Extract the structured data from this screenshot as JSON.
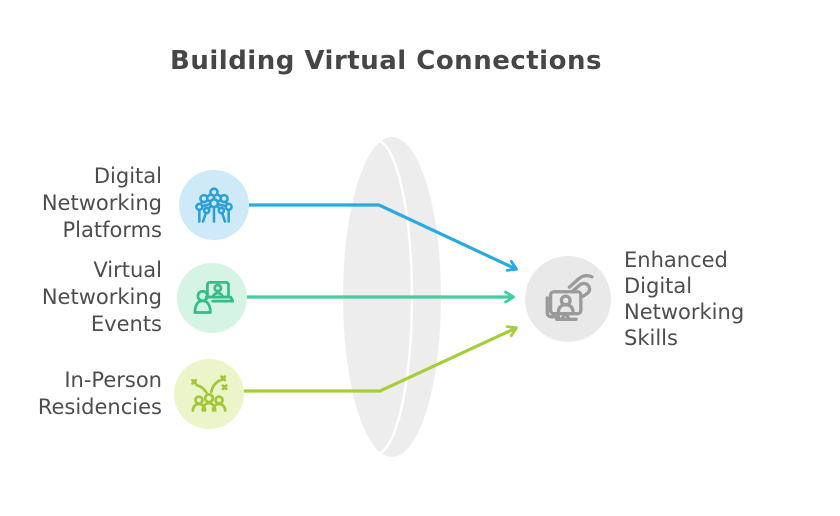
{
  "title": "Building Virtual Connections",
  "inputs": [
    {
      "label": "Digital\nNetworking\nPlatforms",
      "icon": "network-nodes-icon",
      "accent_color": "#29abe2",
      "icon_stroke": "#2b9fd6",
      "circle_bg": "#ceeaf9"
    },
    {
      "label": "Virtual\nNetworking\nEvents",
      "icon": "video-call-person-icon",
      "accent_color": "#3fce9c",
      "icon_stroke": "#35bd87",
      "circle_bg": "#d6f4e4"
    },
    {
      "label": "In-Person\nResidencies",
      "icon": "people-celebration-icon",
      "accent_color": "#a6ce38",
      "icon_stroke": "#a2c838",
      "circle_bg": "#ebf5c9"
    }
  ],
  "output": {
    "label": "Enhanced\nDigital\nNetworking\nSkills",
    "icon": "monitor-touch-hand-icon",
    "icon_stroke": "#9a9a9a",
    "circle_bg": "#e9e9e9"
  },
  "lens": {
    "fill": "#ededed",
    "highlight": "#ffffff"
  },
  "text_color": "#4d4d4d"
}
